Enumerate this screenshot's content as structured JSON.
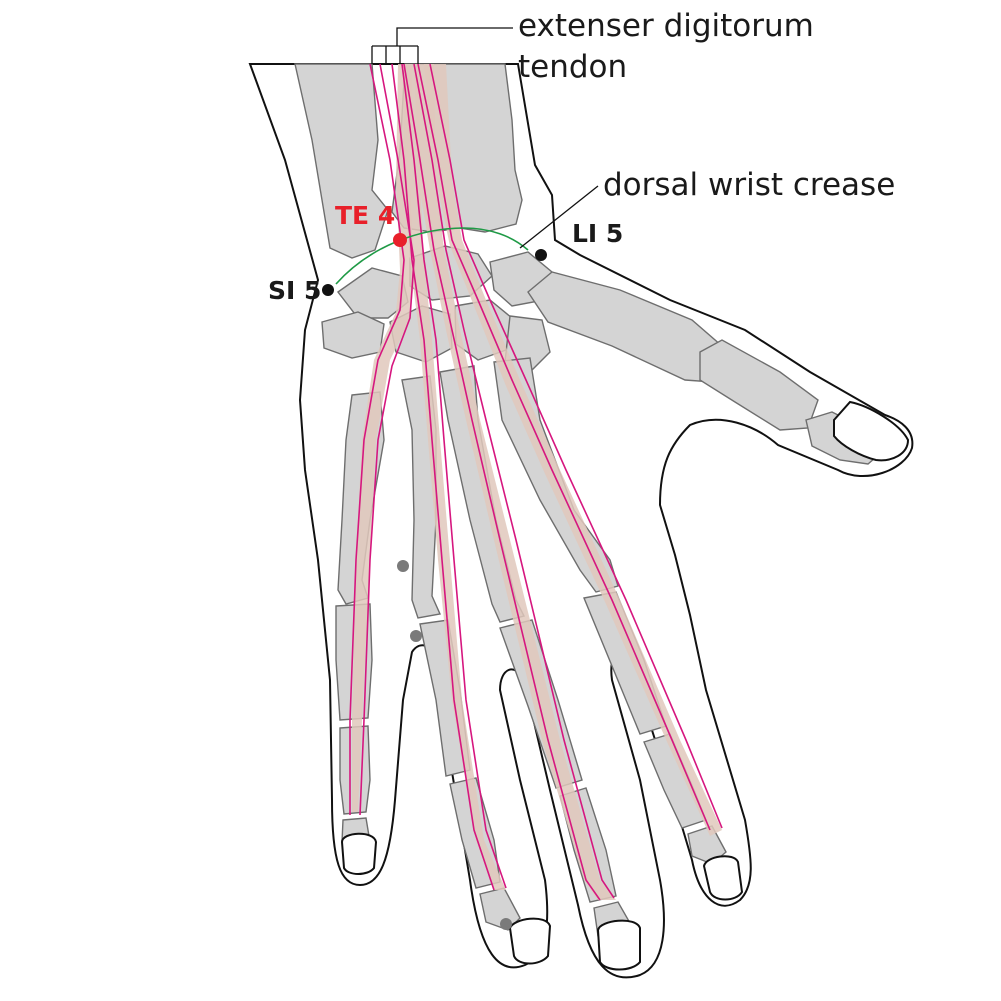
{
  "labels": {
    "tendon_line1": "extenser digitorum",
    "tendon_line2": "tendon",
    "crease": "dorsal wrist crease",
    "te4": "TE 4",
    "li5": "LI 5",
    "si5": "SI 5"
  },
  "colors": {
    "bone_fill": "#d4d4d4",
    "bone_stroke": "#6e6e6e",
    "tendon_fill": "#e0c8bc",
    "tendon_line": "#d6177f",
    "crease_line": "#1f9a46",
    "te4_point": "#e8202a",
    "black_point": "#111111",
    "gray_point": "#7a7a7a",
    "outline": "#111111"
  }
}
